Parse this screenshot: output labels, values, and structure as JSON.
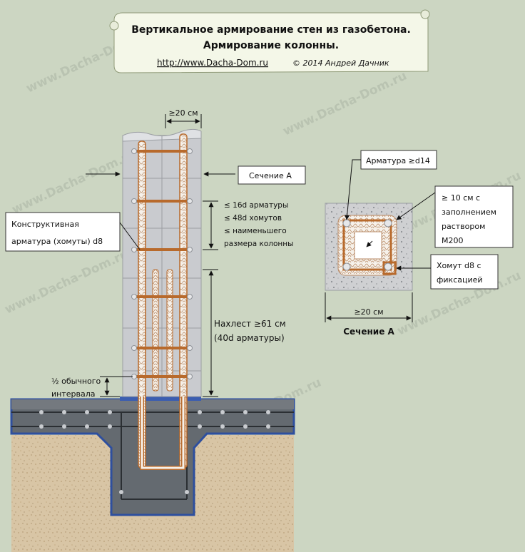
{
  "banner": {
    "title_line1": "Вертикальное армирование стен из газобетона.",
    "title_line2": "Армирование колонны.",
    "link": "http://www.Dacha-Dom.ru",
    "copyright": "© 2014 Андрей Дачник"
  },
  "watermark": "www.Dacha-Dom.ru",
  "labels": {
    "column_width": "≥20 см",
    "section_a_callout": "Сечение А",
    "spacing_line1": "≤ 16d арматуры",
    "spacing_line2": "≤ 48d хомутов",
    "spacing_line3": "≤ наименьшего",
    "spacing_line4": "размера колонны",
    "stirrups_line1": "Конструктивная",
    "stirrups_line2": "арматура (хомуты) d8",
    "lap_line1": "Нахлест ≥61 см",
    "lap_line2": "(40d арматуры)",
    "half_line1": "½ обычного",
    "half_line2": "интервала"
  },
  "section": {
    "title": "Сечение А",
    "width_label": "≥20 см",
    "rebar_label": "Арматура ≥d14",
    "fill_line1": "≥ 10 см с",
    "fill_line2": "заполнением",
    "fill_line3": "раствором",
    "fill_line4": "М200",
    "tie_line1": "Хомут d8 с",
    "tie_line2": "фиксацией"
  },
  "colors": {
    "background": "#ccd6c2",
    "block": "#c9cbcf",
    "foundation": "#646a70",
    "soil": "#d8c5a5",
    "rebar": "#b86a2c",
    "outline": "#2e4f9e",
    "banner": "#f4f7e8"
  }
}
